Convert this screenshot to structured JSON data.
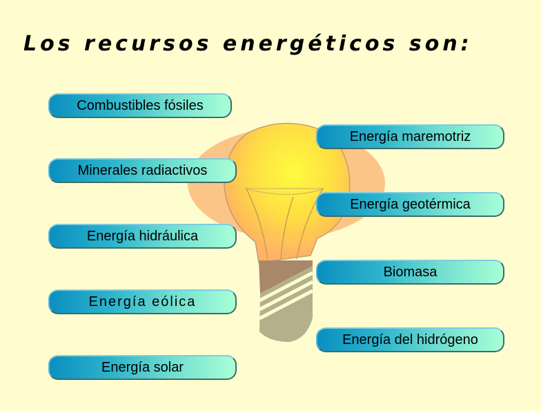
{
  "title": "Los recursos energéticos son:",
  "left_items": [
    {
      "label": "Combustibles fósiles"
    },
    {
      "label": "Minerales radiactivos"
    },
    {
      "label": "Energía hidráulica"
    },
    {
      "label": "Energía eólica"
    },
    {
      "label": "Energía solar"
    }
  ],
  "right_items": [
    {
      "label": "Energía maremotriz"
    },
    {
      "label": "Energía geotérmica"
    },
    {
      "label": "Biomasa"
    },
    {
      "label": "Energía del hidrógeno"
    }
  ],
  "colors": {
    "background": "#fffdcf",
    "pill_start": "#0a8fc0",
    "pill_end": "#a8ffd6",
    "bulb_glow": "#fcbf80",
    "bulb_core": "#ffee40"
  }
}
